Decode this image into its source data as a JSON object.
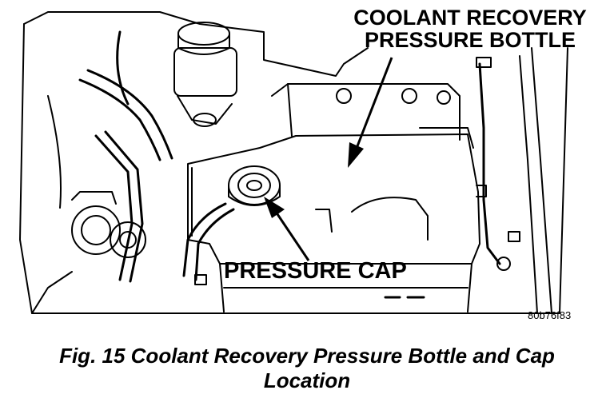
{
  "labels": {
    "bottle_line1": "COOLANT RECOVERY",
    "bottle_line2": "PRESSURE BOTTLE",
    "cap": "PRESSURE CAP"
  },
  "image_code": "80b76f83",
  "caption": {
    "line1": "Fig. 15 Coolant Recovery Pressure Bottle and Cap",
    "line2": "Location"
  }
}
